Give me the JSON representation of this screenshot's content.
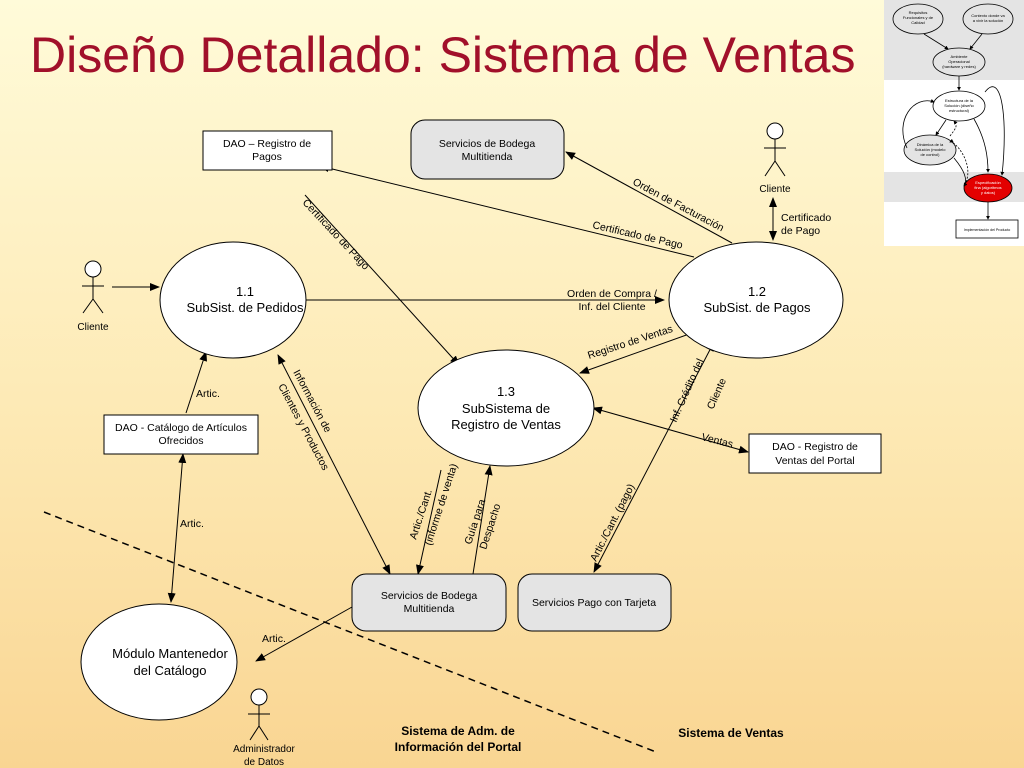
{
  "slide": {
    "title": "Diseño Detallado: Sistema de Ventas"
  },
  "processes": {
    "p11": {
      "number": "1.1",
      "name": "SubSist. de Pedidos"
    },
    "p12": {
      "number": "1.2",
      "name": "SubSist. de Pagos"
    },
    "p13": {
      "number": "1.3",
      "name_line1": "SubSistema de",
      "name_line2": "Registro de Ventas"
    },
    "mantenedor": {
      "line1": "Módulo Mantenedor",
      "line2": "del Catálogo"
    }
  },
  "stores": {
    "dao_pagos": {
      "line1": "DAO – Registro de",
      "line2": "Pagos"
    },
    "dao_catalogo": {
      "line1": "DAO - Catálogo de Artículos",
      "line2": "Ofrecidos"
    },
    "dao_ventas": {
      "line1": "DAO - Registro de",
      "line2": "Ventas del Portal"
    }
  },
  "services": {
    "bodega_top": {
      "line1": "Servicios de Bodega",
      "line2": "Multitienda"
    },
    "bodega_bottom": {
      "line1": "Servicios de Bodega",
      "line2": "Multitienda"
    },
    "pago_tarjeta": {
      "label": "Servicios Pago con Tarjeta"
    }
  },
  "actors": {
    "cliente_left": "Cliente",
    "cliente_right": "Cliente",
    "admin_line1": "Administrador",
    "admin_line2": "de Datos"
  },
  "flows": {
    "certificado_pago_diag": "Certificado de Pago",
    "orden_facturacion": "Orden de Facturación",
    "certificado_pago_top": "Certificado de Pago",
    "certificado_pago_cliente_1": "Certificado",
    "certificado_pago_cliente_2": "de Pago",
    "orden_compra_1": "Orden de Compra /",
    "orden_compra_2": "Inf. del Cliente",
    "registro_ventas": "Registro de Ventas",
    "inf_credito_1": "Inf. Crédito del",
    "inf_credito_2": "Cliente",
    "ventas": "Ventas",
    "artic_1": "Artic.",
    "artic_2": "Artic.",
    "artic_3": "Artic.",
    "info_clientes_1": "Información de",
    "info_clientes_2": "Clientes y Productos",
    "artic_cant_1": "Artic./Cant.",
    "artic_cant_2": "(informe de venta)",
    "guia_1": "Guía para",
    "guia_2": "Despacho",
    "artic_pago": "Artic./Cant. (pago)"
  },
  "boundaries": {
    "portal_line1": "Sistema de Adm. de",
    "portal_line2": "Información del Portal",
    "ventas": "Sistema de Ventas"
  },
  "thumbnail": {
    "n1_1": "Requisitos",
    "n1_2": "Funcionales y de",
    "n1_3": "Calidad",
    "n2_1": "Contexto donde va",
    "n2_2": "a vivir la solución",
    "n3_1": "Ambiente",
    "n3_2": "Operacional",
    "n3_3": "(hardware y redes)",
    "n4_1": "Estructura de la",
    "n4_2": "Solución (diseño",
    "n4_3": "estructural)",
    "n5_1": "Dinámica de la",
    "n5_2": "Solución (modelo",
    "n5_3": "de control)",
    "n6_1": "Especificación",
    "n6_2": "fina (algoritmos",
    "n6_3": "y datos)",
    "n7": "Implementación del Producto"
  }
}
